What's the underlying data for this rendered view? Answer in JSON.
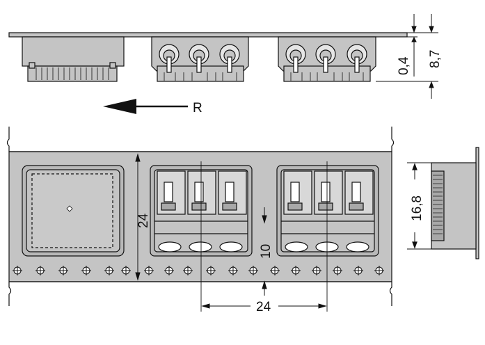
{
  "diagram": {
    "labels": {
      "direction": "R",
      "dim_top_thickness": "0,4",
      "dim_top_height": "8,7",
      "dim_side_height": "16,8",
      "dim_plan_height": "24",
      "dim_offset": "10",
      "dim_pitch": "24"
    },
    "colors": {
      "fill": "#c4c4c4",
      "fill_dark": "#a8a8a8",
      "stroke": "#111111"
    }
  }
}
